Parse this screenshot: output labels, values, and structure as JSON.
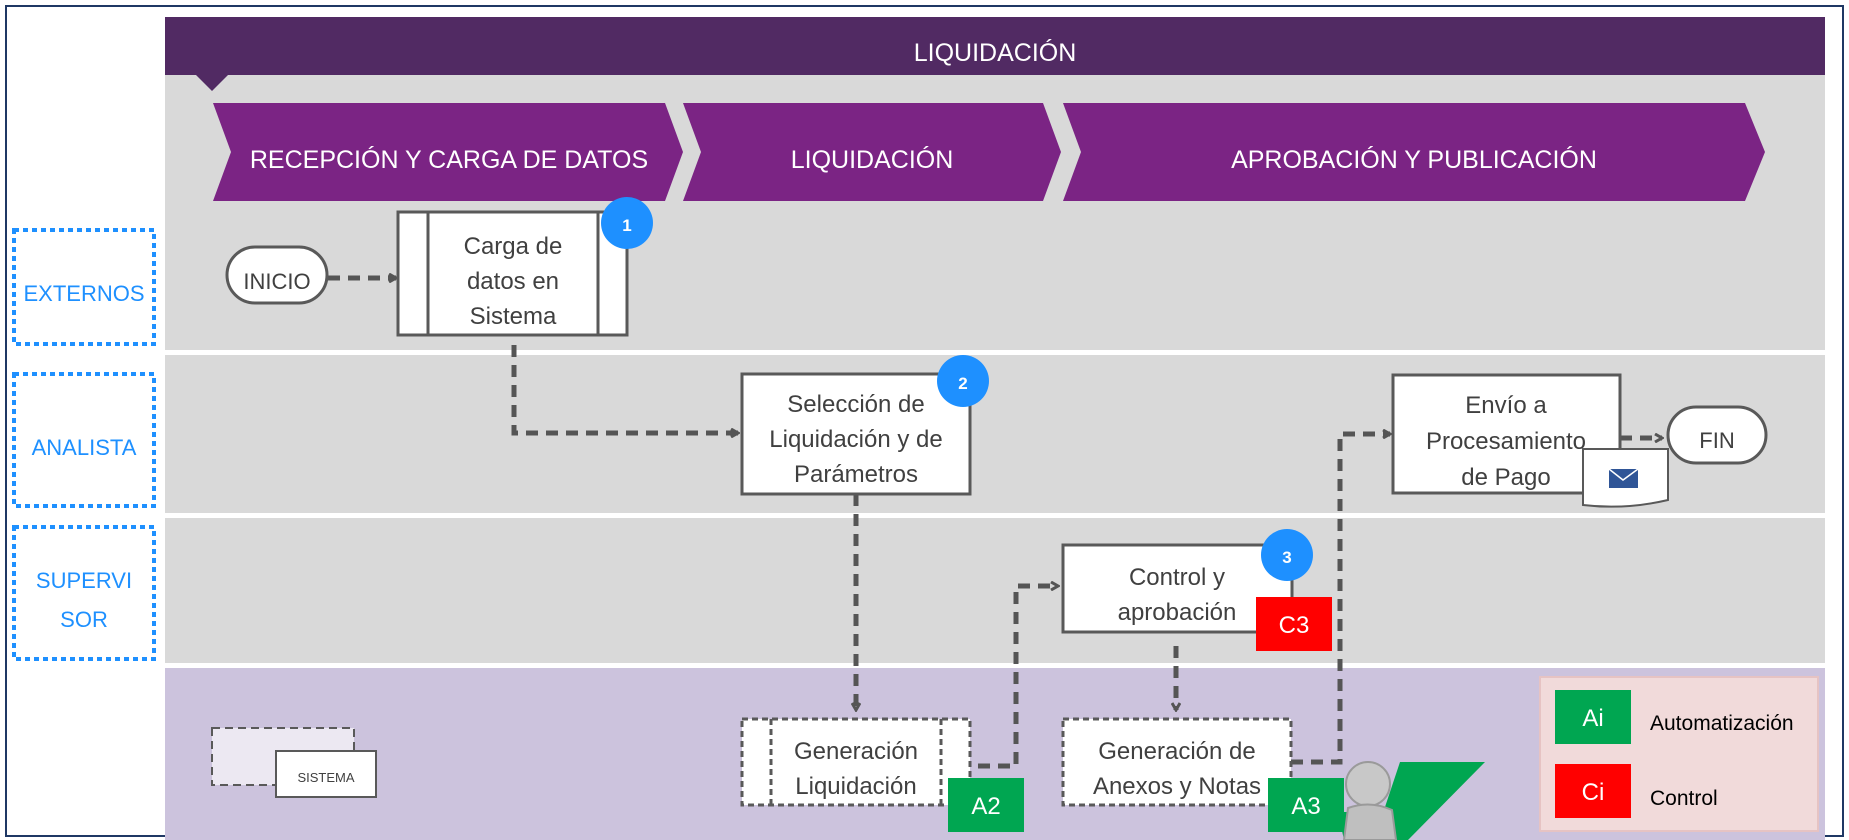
{
  "title": "LIQUIDACIÓN",
  "phases": [
    {
      "label": "RECEPCIÓN Y CARGA DE DATOS"
    },
    {
      "label": "LIQUIDACIÓN"
    },
    {
      "label": "APROBACIÓN Y PUBLICACIÓN"
    }
  ],
  "lanes": [
    {
      "lines": [
        "EXTERNOS"
      ]
    },
    {
      "lines": [
        "ANALISTA"
      ]
    },
    {
      "lines": [
        "SUPERVI",
        "SOR"
      ]
    }
  ],
  "nodes": {
    "inicio": "INICIO",
    "fin": "FIN",
    "carga": [
      "Carga de",
      "datos en",
      "Sistema"
    ],
    "seleccion": [
      "Selección de",
      "Liquidación y de",
      "Parámetros"
    ],
    "envio": [
      "Envío a",
      "Procesamiento",
      "de Pago"
    ],
    "control": [
      "Control y",
      "aprobación"
    ],
    "generacion_liq": [
      "Generación",
      "Liquidación"
    ],
    "generacion_anexos": [
      "Generación de",
      "Anexos y Notas"
    ],
    "sistema": "SISTEMA"
  },
  "badges": {
    "step1": "1",
    "step2": "2",
    "step3": "3",
    "a2": "A2",
    "a3": "A3",
    "c3": "C3"
  },
  "legend": {
    "auto_tag": "Ai",
    "auto_label": "Automatización",
    "control_tag": "Ci",
    "control_label": "Control"
  },
  "colors": {
    "header": "#512a63",
    "phase": "#7b2484",
    "lane_bg": "#d9d9d9",
    "system_lane": "#ccc3dd",
    "lane_label": "#1e90ff",
    "step_badge": "#1e90ff",
    "auto": "#00a651",
    "control": "#ff0000",
    "legend_bg": "#f1dada",
    "arrow": "#555555"
  }
}
